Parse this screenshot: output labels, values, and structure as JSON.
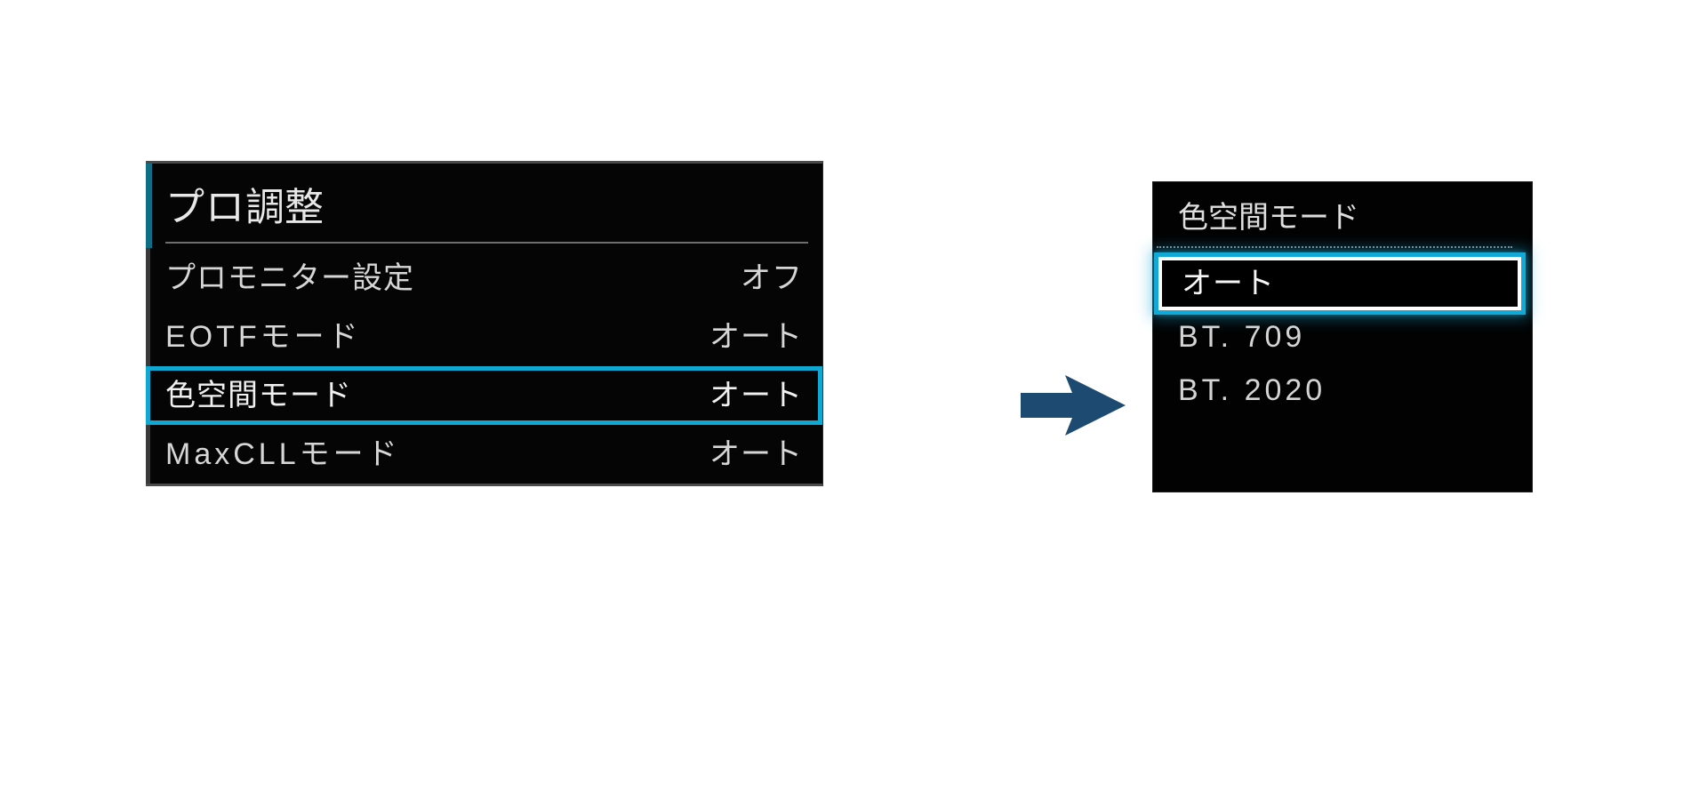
{
  "colors": {
    "accent_cyan": "#0fa8d2",
    "accent_cyan_bright": "#12a9d6",
    "title_bar_teal": "#0d6e85",
    "arrow_navy": "#1d4a70",
    "panel_background": "#050505",
    "text_primary": "#d6d6d6",
    "page_background": "#ffffff"
  },
  "left_panel": {
    "title_part1": "プロ",
    "title_part2": "調整",
    "rows": [
      {
        "label": "プロモニター設定",
        "value": "オフ",
        "selected": false
      },
      {
        "label": "EOTFモード",
        "value": "オート",
        "selected": false
      },
      {
        "label": "色空間モード",
        "value": "オート",
        "selected": true
      },
      {
        "label": "MaxCLLモード",
        "value": "オート",
        "selected": false
      }
    ]
  },
  "arrow": {
    "icon": "arrow-right-icon",
    "direction": "right"
  },
  "right_panel": {
    "title": "色空間モード",
    "options": [
      {
        "label": "オート",
        "selected": true
      },
      {
        "label": "BT. 709",
        "selected": false
      },
      {
        "label": "BT. 2020",
        "selected": false
      }
    ]
  }
}
